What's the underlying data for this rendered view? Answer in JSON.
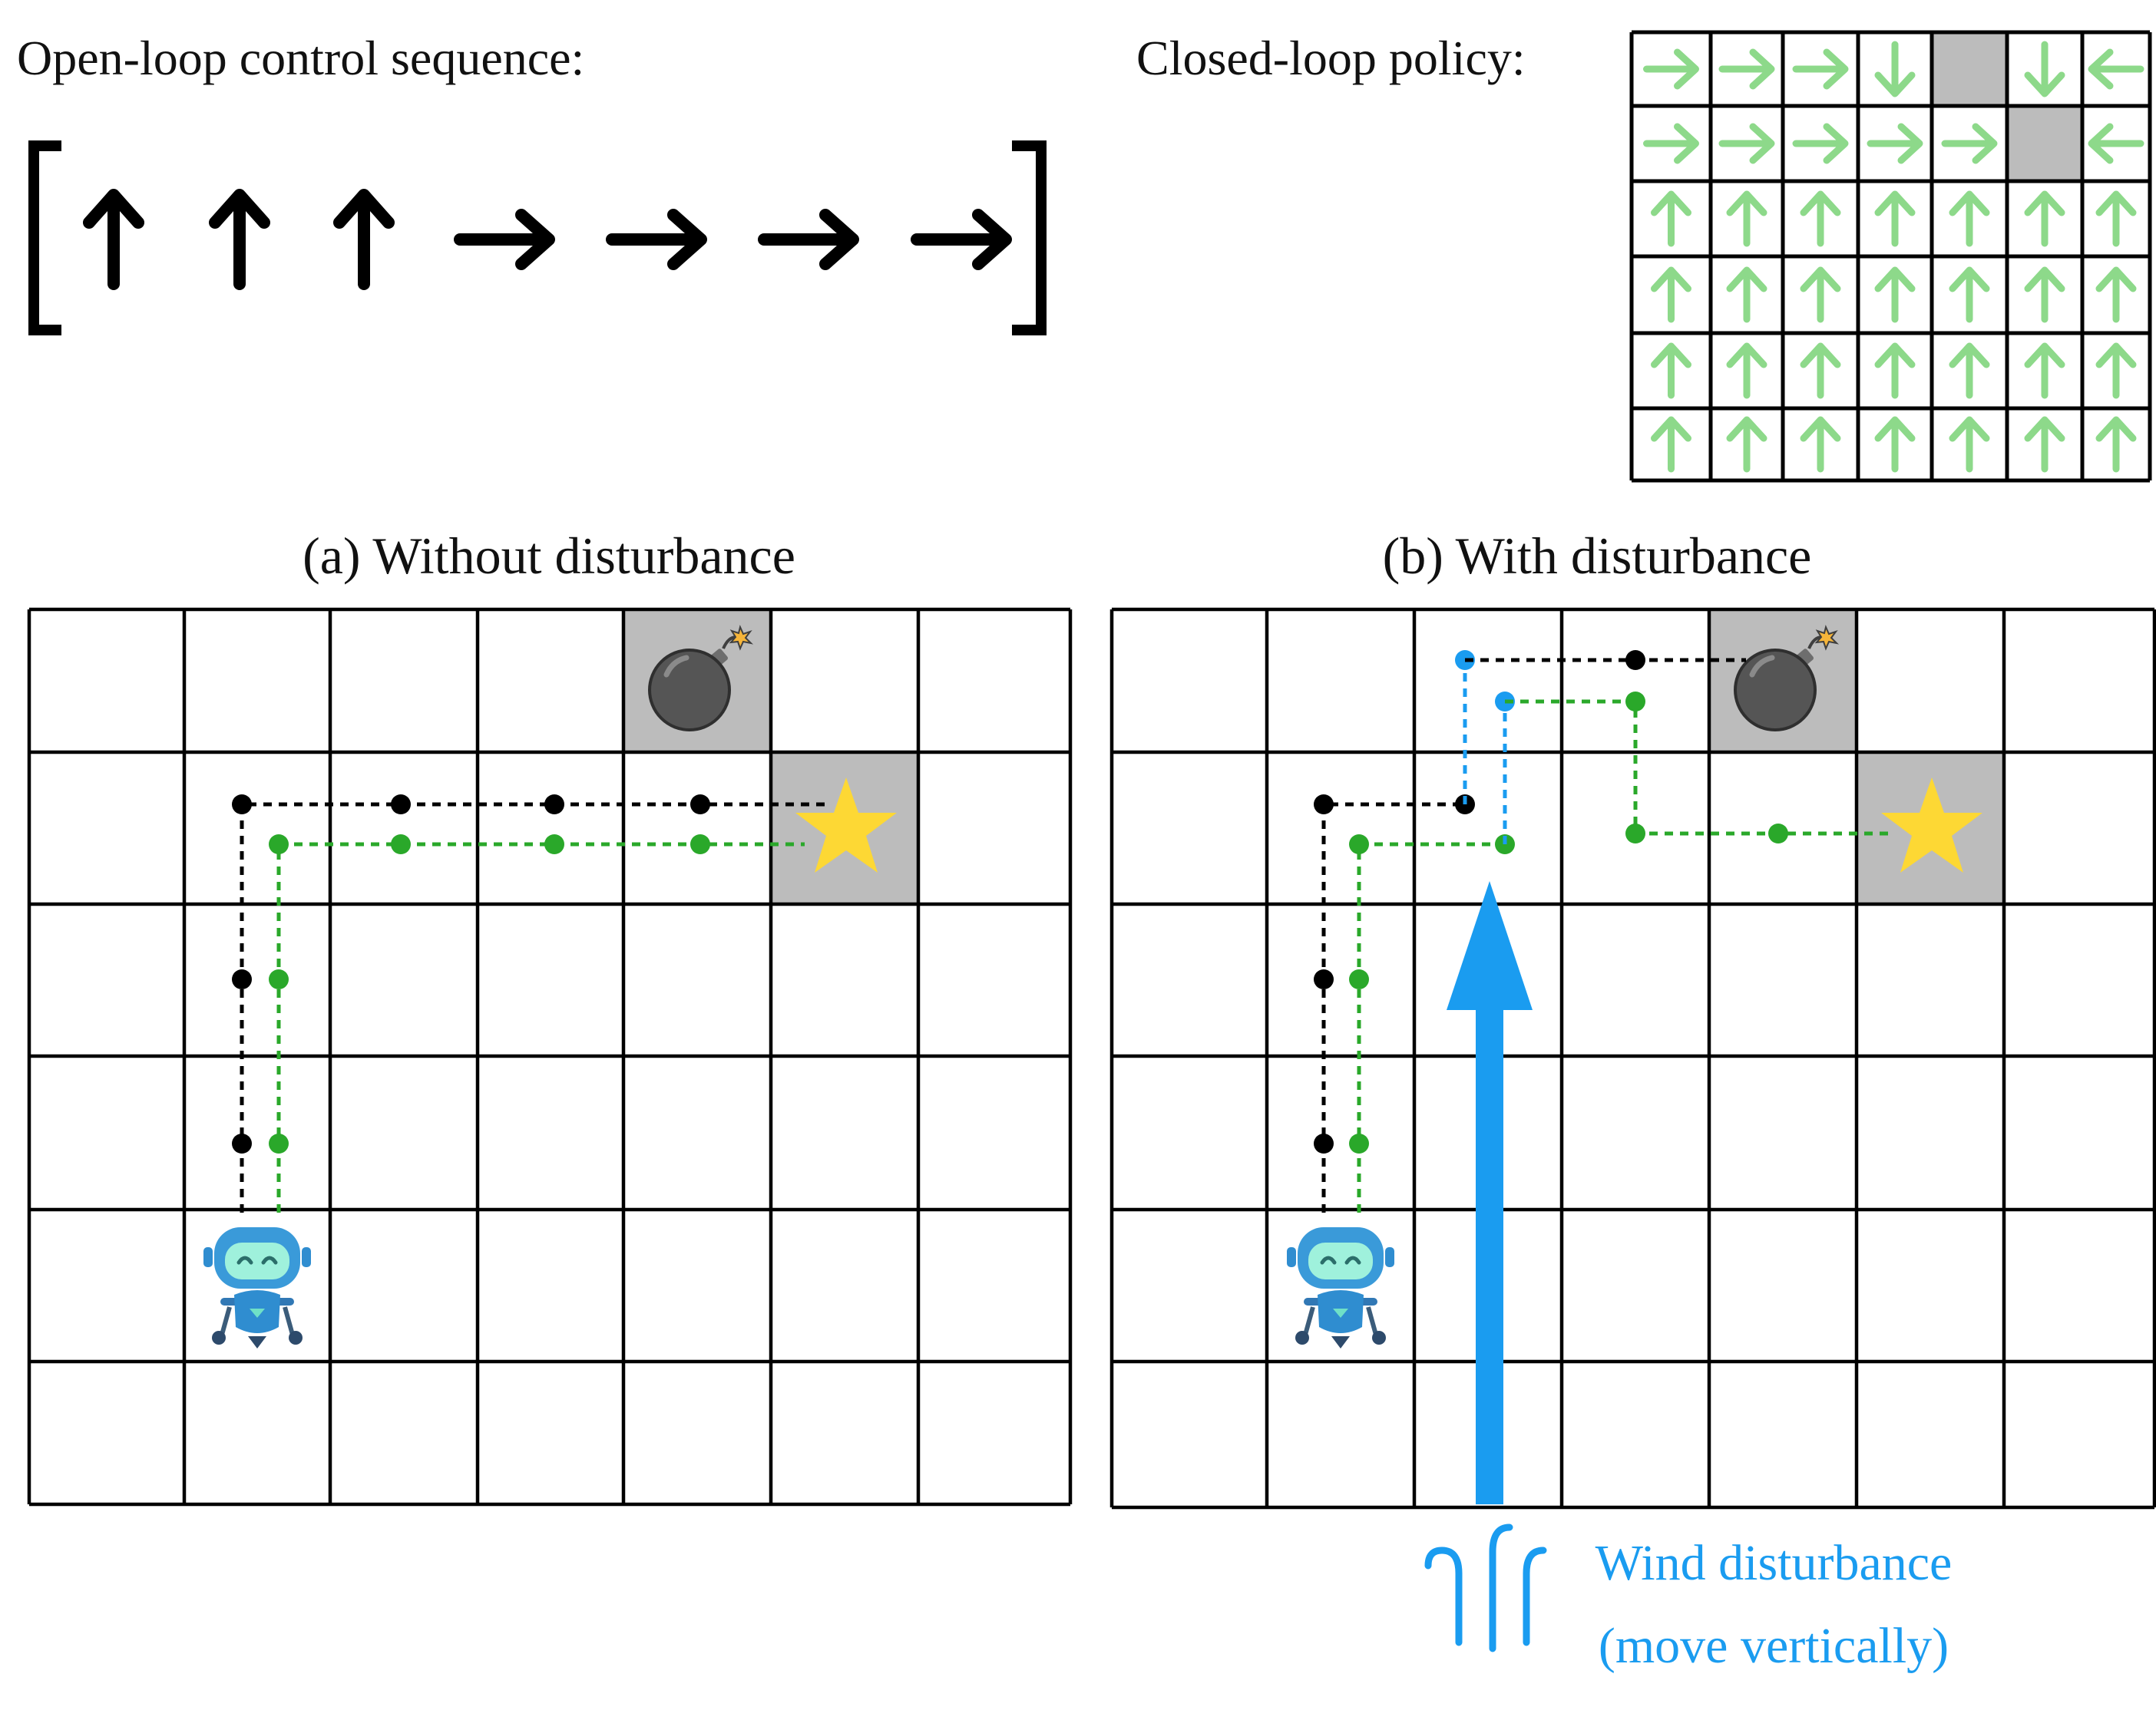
{
  "open_loop": {
    "label": "Open-loop control sequence:",
    "sequence": [
      "up",
      "up",
      "up",
      "right",
      "right",
      "right",
      "right"
    ]
  },
  "closed_loop": {
    "label": "Closed-loop policy:",
    "policy": [
      [
        "right",
        "right",
        "right",
        "down",
        "blocked",
        "down",
        "left"
      ],
      [
        "right",
        "right",
        "right",
        "right",
        "right",
        "blocked",
        "left"
      ],
      [
        "up",
        "up",
        "up",
        "up",
        "up",
        "up",
        "up"
      ],
      [
        "up",
        "up",
        "up",
        "up",
        "up",
        "up",
        "up"
      ],
      [
        "up",
        "up",
        "up",
        "up",
        "up",
        "up",
        "up"
      ],
      [
        "up",
        "up",
        "up",
        "up",
        "up",
        "up",
        "up"
      ]
    ]
  },
  "panel_a": {
    "title": "(a) Without disturbance",
    "bomb_cell": [
      4,
      0
    ],
    "goal_cell": [
      5,
      1
    ],
    "robot_cell": [
      1,
      4
    ]
  },
  "panel_b": {
    "title": "(b) With disturbance",
    "bomb_cell": [
      4,
      0
    ],
    "goal_cell": [
      5,
      1
    ],
    "robot_cell": [
      1,
      4
    ]
  },
  "wind": {
    "line1": "Wind disturbance",
    "line2": "(move vertically)"
  },
  "colors": {
    "policy_arrow": "#8dd98a",
    "blocked_cell": "#bcbcbc",
    "open_loop_path": "#000000",
    "closed_loop_path": "#2aa82a",
    "wind": "#1a9cf0",
    "star": "#fdd834",
    "bomb": "#555555"
  }
}
